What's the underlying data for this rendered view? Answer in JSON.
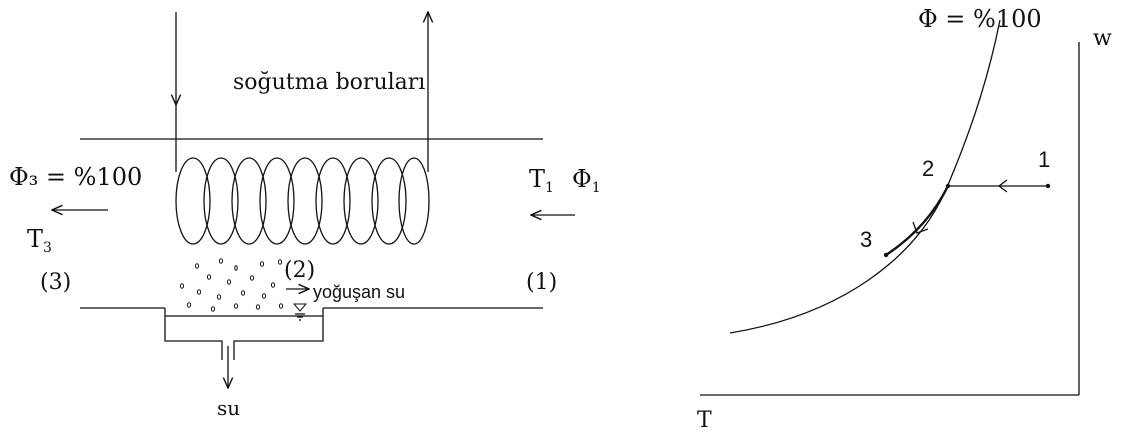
{
  "left_diagram": {
    "tube_label": "soğutma boruları",
    "exit_state": "Φ₃ = %100",
    "exit_temp_symbol": "T",
    "exit_temp_sub": "3",
    "inlet_temp_symbol": "T",
    "inlet_temp_sub": "1",
    "inlet_phi_symbol": "Φ",
    "inlet_phi_sub": "1",
    "point_3": "(3)",
    "point_2": "(2)",
    "point_1": "(1)",
    "condensate_label": "yoğuşan su",
    "drain_label": "su"
  },
  "right_diagram": {
    "saturation_label": "Φ = %100",
    "y_axis_label": "w",
    "x_axis_label": "T",
    "point_1": "1",
    "point_2": "2",
    "point_3": "3"
  }
}
